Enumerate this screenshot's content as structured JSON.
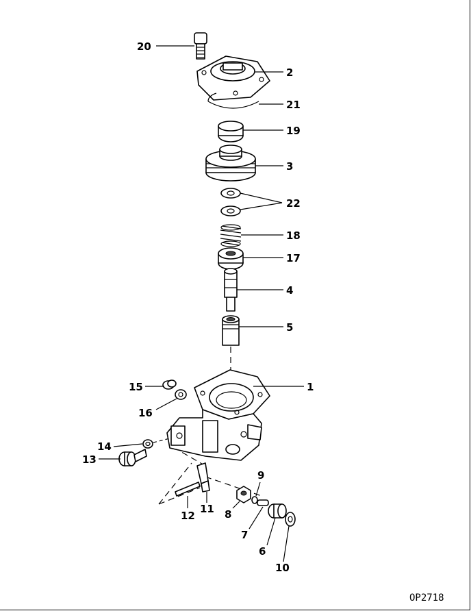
{
  "diagram": {
    "drawing_code": "OP2718",
    "parts": [
      {
        "key": "20",
        "label": "20"
      },
      {
        "key": "2",
        "label": "2"
      },
      {
        "key": "21",
        "label": "21"
      },
      {
        "key": "19",
        "label": "19"
      },
      {
        "key": "3",
        "label": "3"
      },
      {
        "key": "22",
        "label": "22"
      },
      {
        "key": "18",
        "label": "18"
      },
      {
        "key": "17",
        "label": "17"
      },
      {
        "key": "4",
        "label": "4"
      },
      {
        "key": "5",
        "label": "5"
      },
      {
        "key": "1",
        "label": "1"
      },
      {
        "key": "15",
        "label": "15"
      },
      {
        "key": "16",
        "label": "16"
      },
      {
        "key": "14",
        "label": "14"
      },
      {
        "key": "13",
        "label": "13"
      },
      {
        "key": "9",
        "label": "9"
      },
      {
        "key": "12",
        "label": "12"
      },
      {
        "key": "11",
        "label": "11"
      },
      {
        "key": "8",
        "label": "8"
      },
      {
        "key": "7",
        "label": "7"
      },
      {
        "key": "6",
        "label": "6"
      },
      {
        "key": "10",
        "label": "10"
      }
    ]
  }
}
